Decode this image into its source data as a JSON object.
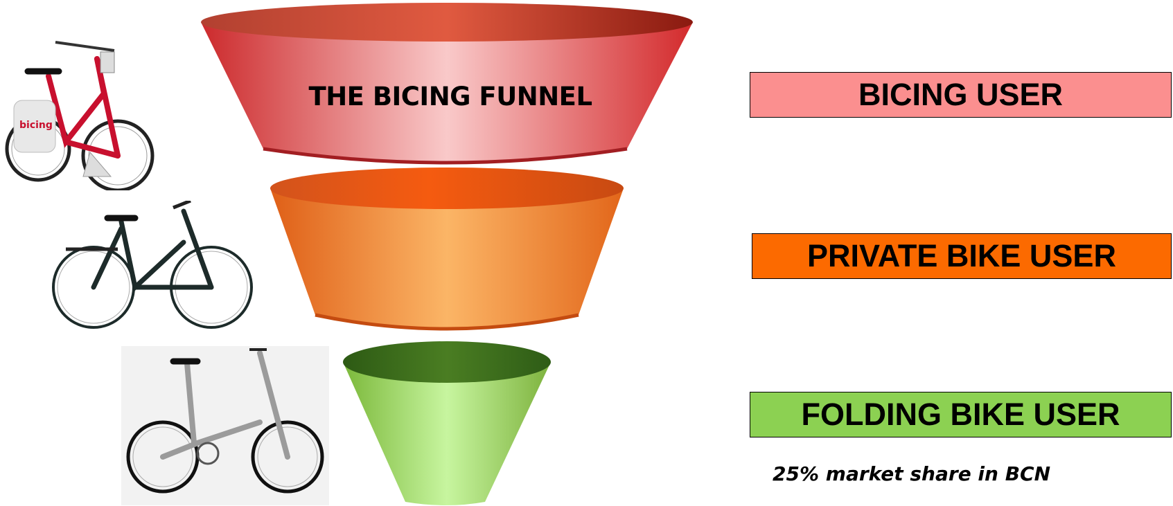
{
  "diagram": {
    "title": "THE BICING FUNNEL",
    "stages": [
      {
        "label": "BICING USER",
        "color": "#fb8f8f",
        "funnel_color": "#d9383a"
      },
      {
        "label": "PRIVATE BIKE USER",
        "color": "#fc6a00",
        "funnel_color": "#e86a1e"
      },
      {
        "label": "FOLDING  BIKE USER",
        "color": "#8cd152",
        "funnel_color": "#8dc24a"
      }
    ],
    "note": "25% market share in BCN"
  },
  "icons": [
    "bicing-bike-image",
    "city-bike-image",
    "folding-bike-image"
  ]
}
